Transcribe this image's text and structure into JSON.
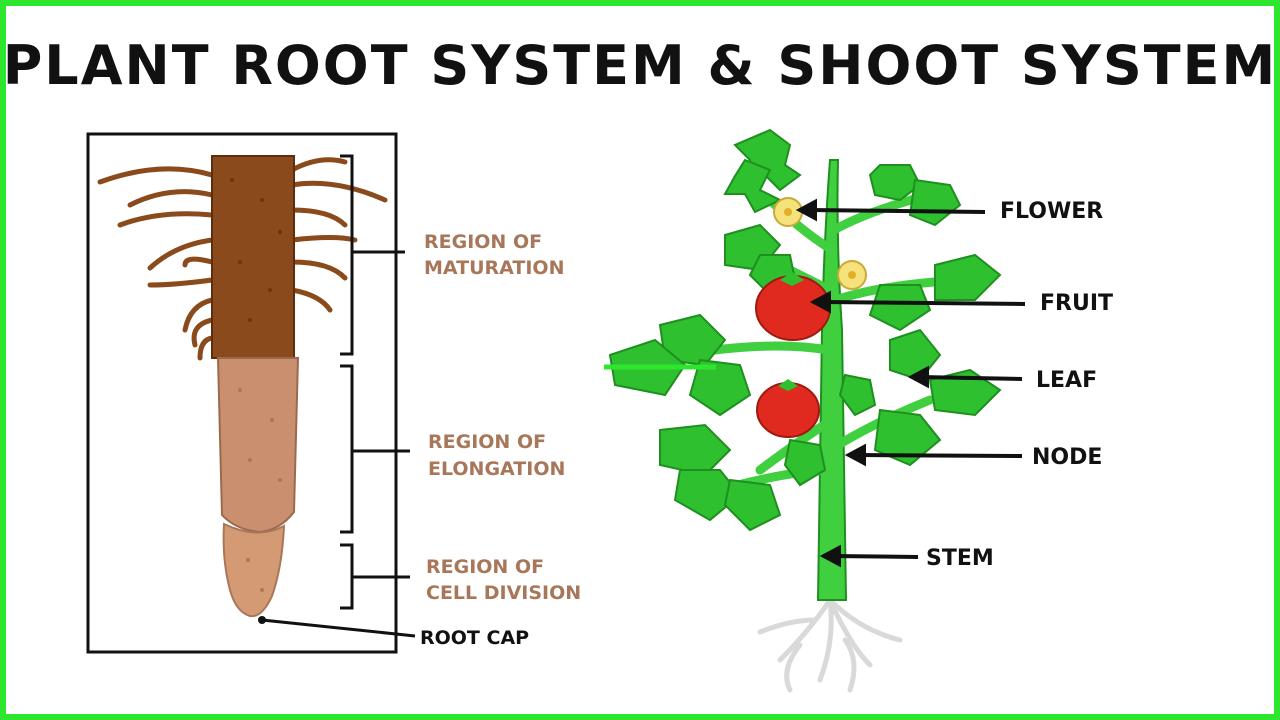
{
  "title": "PLANT ROOT SYSTEM & SHOOT SYSTEM",
  "colors": {
    "border": "#2ee62e",
    "region_text": "#a8775a",
    "root_mature": "#8b4a1c",
    "root_elong": "#c98f6e",
    "root_tip": "#d39a73",
    "leaf": "#2ec02e",
    "leaf_dark": "#1f8f1f",
    "stem": "#3fcf3f",
    "fruit": "#e02a1f",
    "flower": "#f6e27a",
    "root_hair_white": "#d9d9d9"
  },
  "root_diagram": {
    "regions": [
      {
        "line1": "REGION OF",
        "line2": "MATURATION"
      },
      {
        "line1": "REGION OF",
        "line2": "ELONGATION"
      },
      {
        "line1": "REGION OF",
        "line2": "CELL DIVISION"
      }
    ],
    "root_cap": "ROOT CAP"
  },
  "shoot_diagram": {
    "labels": {
      "flower": "FLOWER",
      "fruit": "FRUIT",
      "leaf": "LEAF",
      "node": "NODE",
      "stem": "STEM"
    }
  }
}
